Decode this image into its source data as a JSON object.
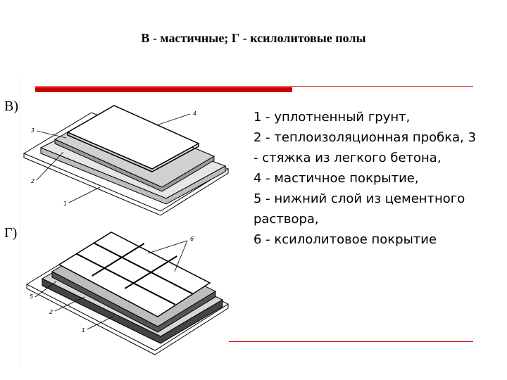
{
  "title": "В - мастичные; Г - ксилолитовые полы",
  "labels": {
    "v": "В)",
    "g": "Г)"
  },
  "legend": [
    "1 - уплотненный грунт,",
    "2 - теплоизоляционная пробка, 3",
    "- стяжка из легкого бетона,",
    "4 - мастичное покрытие,",
    "5 - нижний слой из цементного",
    "раствора,",
    "6 - ксилолитовое покрытие"
  ],
  "fig_v_numbers": {
    "n1": "1",
    "n2": "2",
    "n3": "3",
    "n4": "4"
  },
  "fig_g_numbers": {
    "n1": "1",
    "n2": "2",
    "n5": "5",
    "n6": "6"
  },
  "colors": {
    "accent": "#cc0000"
  }
}
